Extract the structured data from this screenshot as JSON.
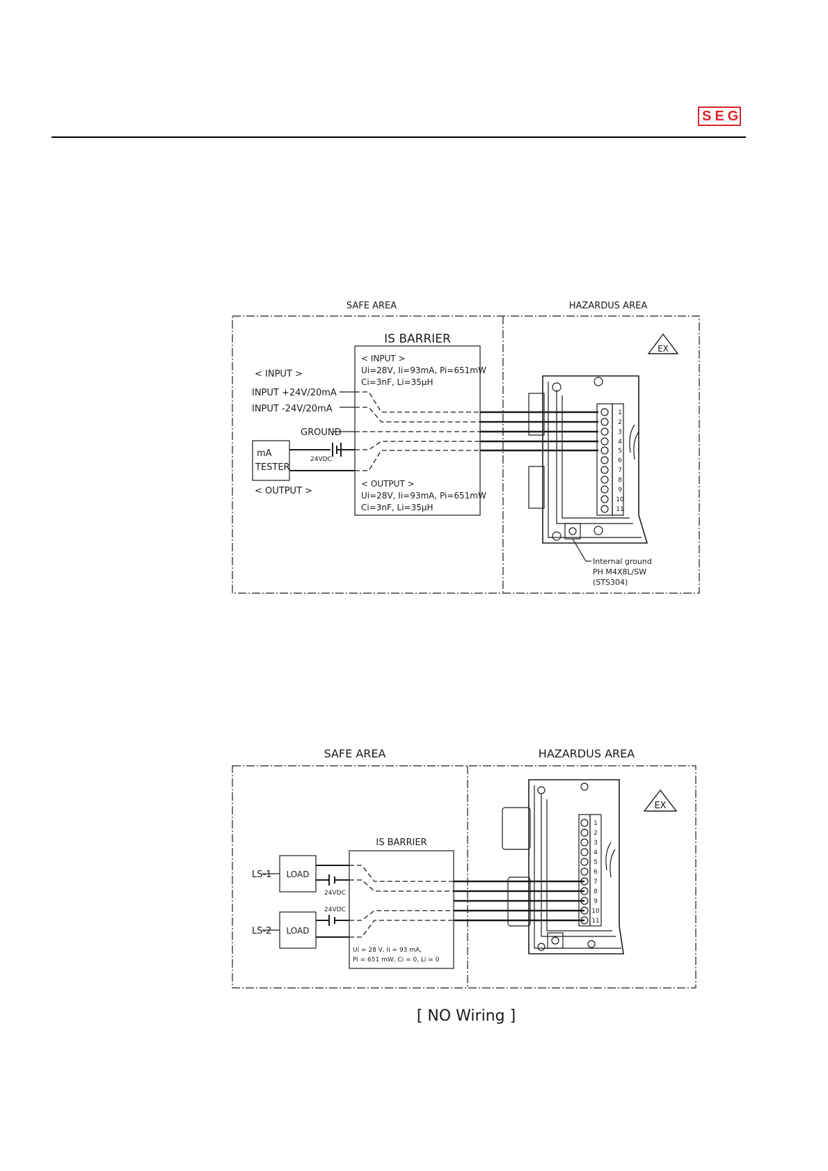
{
  "header": {
    "logo_text": "SEG",
    "brand_color": "#d8262e"
  },
  "diagram1": {
    "safe_area": "SAFE AREA",
    "hazardous_area": "HAZARDUS AREA",
    "ex_mark": "EX",
    "barrier_title": "IS BARRIER",
    "barrier_input_heading": "< INPUT >",
    "barrier_input_line1": "Ui=28V, Ii=93mA, Pi=651mW",
    "barrier_input_line2": "Ci=3nF, Li=35µH",
    "barrier_output_heading": "< OUTPUT >",
    "barrier_output_line1": "Ui=28V, Ii=93mA, Pi=651mW",
    "barrier_output_line2": "Ci=3nF, Li=35µH",
    "input_heading": "< INPUT >",
    "input_plus": "INPUT +24V/20mA",
    "input_minus": "INPUT -24V/20mA",
    "ground": "GROUND",
    "tester_line1": "mA",
    "tester_line2": "TESTER",
    "supply": "24VDC",
    "output_heading": "< OUTPUT >",
    "terminal_numbers": [
      "1",
      "2",
      "3",
      "4",
      "5",
      "6",
      "7",
      "8",
      "9",
      "10",
      "11"
    ],
    "ground_note_line1": "Internal ground",
    "ground_note_line2": "PH M4X8L/SW",
    "ground_note_line3": "(STS304)"
  },
  "diagram2": {
    "safe_area": "SAFE AREA",
    "hazardous_area": "HAZARDUS AREA",
    "ex_mark": "EX",
    "barrier_title": "IS BARRIER",
    "barrier_line1": "Ui = 28 V, Ii = 93 mA,",
    "barrier_line2": "Pi = 651 mW, Ci = 0, Li = 0",
    "ls1": "LS-1",
    "ls2": "LS-2",
    "load1": "LOAD",
    "load2": "LOAD",
    "supply1": "24VDC",
    "supply2": "24VDC",
    "terminal_numbers": [
      "1",
      "2",
      "3",
      "4",
      "5",
      "6",
      "7",
      "8",
      "9",
      "10",
      "11"
    ]
  },
  "caption": "[ NO Wiring ]"
}
